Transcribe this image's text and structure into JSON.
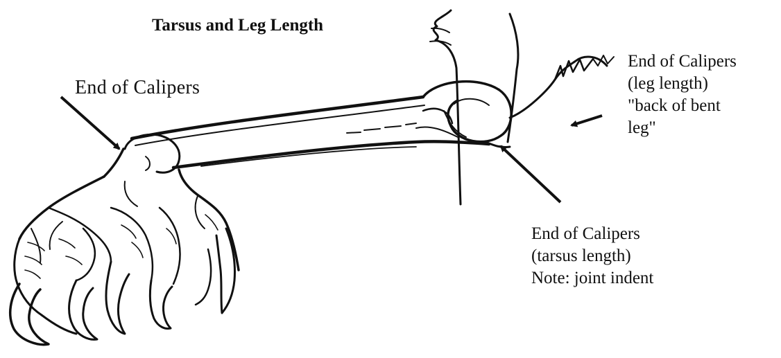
{
  "title": "Tarsus and Leg Length",
  "labels": {
    "calipers_end": {
      "line1": "End of Calipers"
    },
    "calipers_leg": {
      "line1": "End of Calipers",
      "line2": "(leg length)",
      "line3": "\"back of bent",
      "line4": "leg\""
    },
    "calipers_tarsus": {
      "line1": "End of Calipers",
      "line2": "(tarsus length)",
      "line3": "Note: joint indent"
    }
  },
  "colors": {
    "ink": "#111111",
    "background": "#ffffff"
  }
}
